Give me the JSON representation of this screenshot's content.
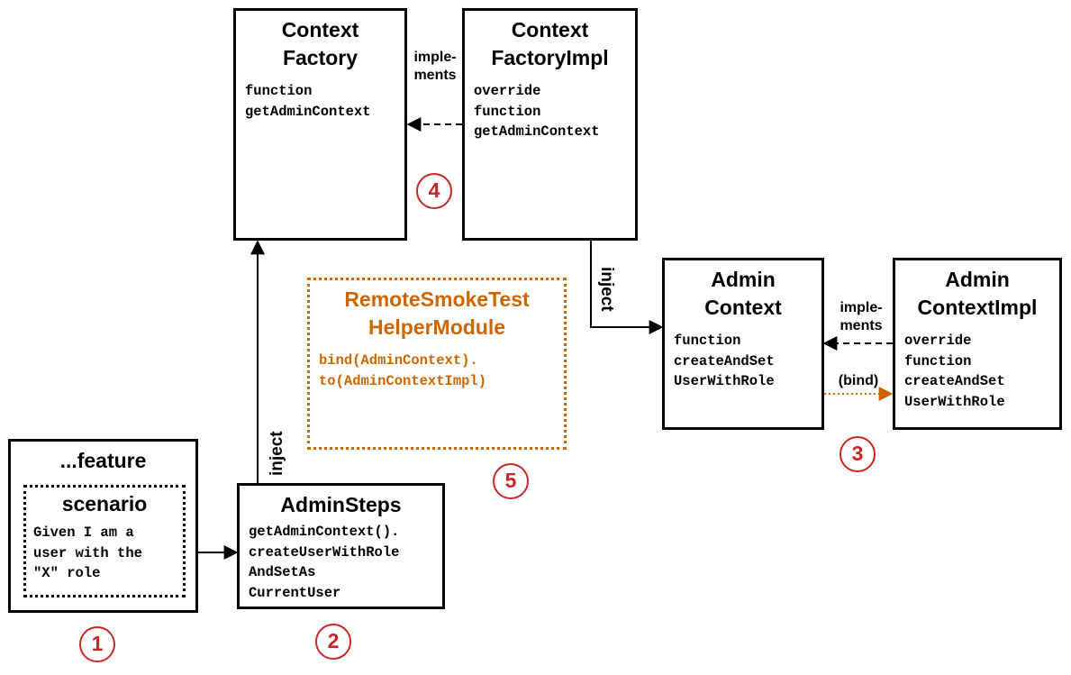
{
  "boxes": {
    "context_factory": {
      "title": "Context\nFactory",
      "code": "function\ngetAdminContext"
    },
    "context_factory_impl": {
      "title": "Context\nFactoryImpl",
      "code": "override\nfunction\ngetAdminContext"
    },
    "admin_context": {
      "title": "Admin\nContext",
      "code": "function\ncreateAndSet\nUserWithRole"
    },
    "admin_context_impl": {
      "title": "Admin\nContextImpl",
      "code": "override\nfunction\ncreateAndSet\nUserWithRole"
    },
    "helper_module": {
      "title": "RemoteSmokeTest\nHelperModule",
      "code": "bind(AdminContext).\nto(AdminContextImpl)"
    },
    "feature": {
      "title": "...feature"
    },
    "scenario": {
      "title": "scenario",
      "code": "Given I am a\nuser with the\n\"X\" role"
    },
    "admin_steps": {
      "title": "AdminSteps",
      "code": "getAdminContext().\ncreateUserWithRole\nAndSetAs\nCurrentUser"
    }
  },
  "labels": {
    "implements_top": "imple-\nments",
    "implements_right": "imple-\nments",
    "inject_factory": "inject",
    "inject_steps": "inject",
    "bind": "(bind)"
  },
  "badges": [
    "1",
    "2",
    "3",
    "4",
    "5"
  ],
  "colors": {
    "badge": "#c62828",
    "helper": "#cc6600",
    "line": "#000000"
  }
}
